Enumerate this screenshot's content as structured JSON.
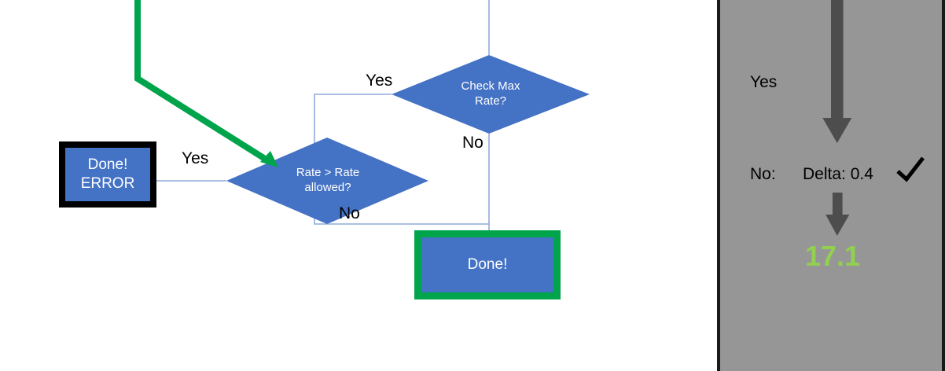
{
  "diagram": {
    "type": "flowchart",
    "title_visible": false,
    "colors": {
      "node_fill": "#4472C4",
      "node_text": "#ffffff",
      "connector": "#8FAADC",
      "highlight_green": "#00A44B",
      "error_border": "#000000",
      "panel_bg": "#969696",
      "panel_border": "#1a1a1a",
      "value_green": "#92D050",
      "arrow_gray": "#4D4D4D"
    },
    "nodes": [
      {
        "id": "box-error",
        "shape": "rectangle",
        "label": "Done!\nERROR",
        "border": "black-thick"
      },
      {
        "id": "dec-rate",
        "shape": "diamond",
        "label": "Rate > Rate\nallowed?"
      },
      {
        "id": "dec-maxrate",
        "shape": "diamond",
        "label": "Check Max\nRate?"
      },
      {
        "id": "box-done",
        "shape": "rectangle",
        "label": "Done!",
        "border": "green-thick"
      }
    ],
    "edge_labels": [
      {
        "id": "edge-yes-error",
        "text": "Yes"
      },
      {
        "id": "edge-yes-maxrate",
        "text": "Yes"
      },
      {
        "id": "edge-no-maxrate",
        "text": "No"
      },
      {
        "id": "edge-no-rate",
        "text": "No"
      }
    ]
  },
  "side_panel": {
    "yes_label": "Yes",
    "no_label": "No:",
    "delta_label": "Delta: 0.4",
    "check_icon": "check-mark-icon",
    "result_value": "17.1"
  }
}
